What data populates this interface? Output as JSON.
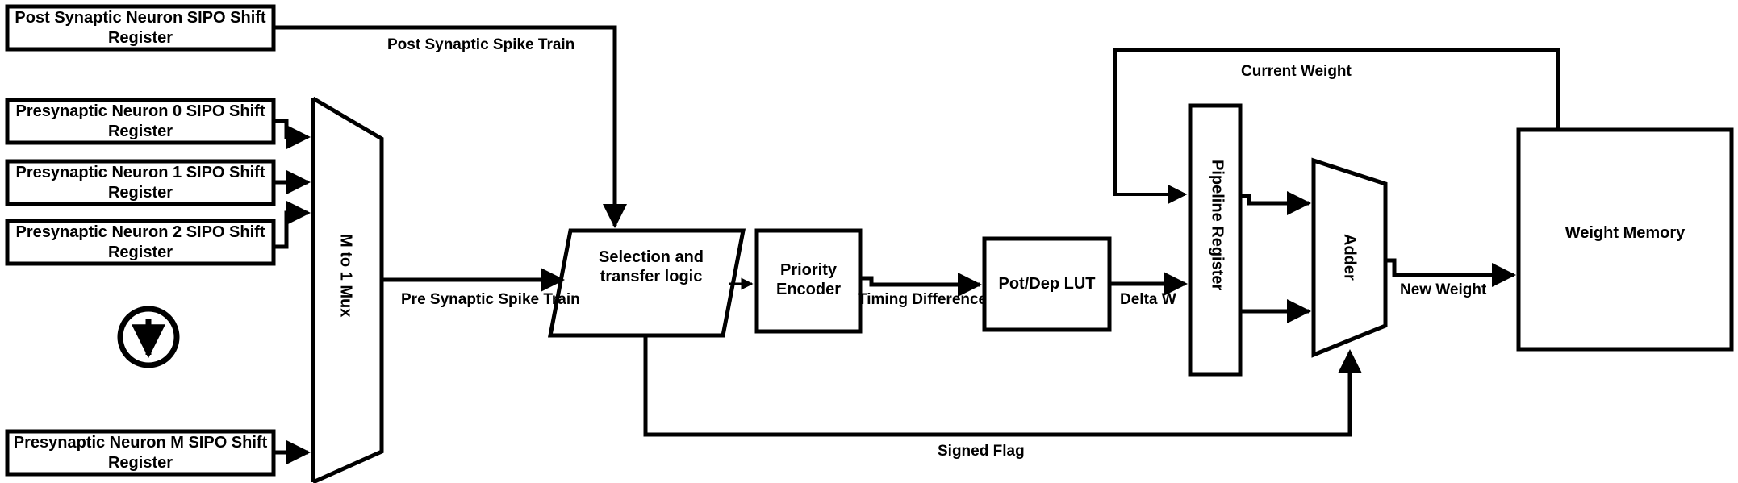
{
  "diagram": {
    "title": "STDP Synaptic Weight Update Datapath Block Diagram",
    "stroke_color": "#000000",
    "background_color": "#ffffff"
  },
  "blocks": {
    "post_synaptic_register": {
      "label": "Post Synaptic Neuron SIPO Shift Register"
    },
    "presynaptic_register_0": {
      "label": "Presynaptic Neuron 0 SIPO Shift Register"
    },
    "presynaptic_register_1": {
      "label": "Presynaptic Neuron 1 SIPO Shift Register"
    },
    "presynaptic_register_2": {
      "label": "Presynaptic Neuron 2 SIPO Shift Register"
    },
    "presynaptic_register_m": {
      "label": "Presynaptic Neuron M SIPO Shift Register"
    },
    "mux": {
      "label": "M to 1 Mux"
    },
    "selection_logic": {
      "label": "Selection and transfer logic"
    },
    "priority_encoder": {
      "label": "Priority Encoder"
    },
    "pot_dep_lut": {
      "label": "Pot/Dep LUT"
    },
    "pipeline_register": {
      "label": "Pipeline Register"
    },
    "adder": {
      "label": "Adder"
    },
    "weight_memory": {
      "label": "Weight Memory"
    }
  },
  "wire_labels": {
    "post_synaptic_spike_train": "Post Synaptic Spike Train",
    "pre_synaptic_spike_train": "Pre Synaptic Spike Train",
    "timing_difference": "Timing Difference",
    "delta_w": "Delta W",
    "current_weight": "Current Weight",
    "new_weight": "New Weight",
    "signed_flag": "Signed Flag"
  },
  "icons": {
    "continuation_arrow": {
      "name": "down-arrow-circle-icon",
      "glyph": "↓"
    }
  }
}
